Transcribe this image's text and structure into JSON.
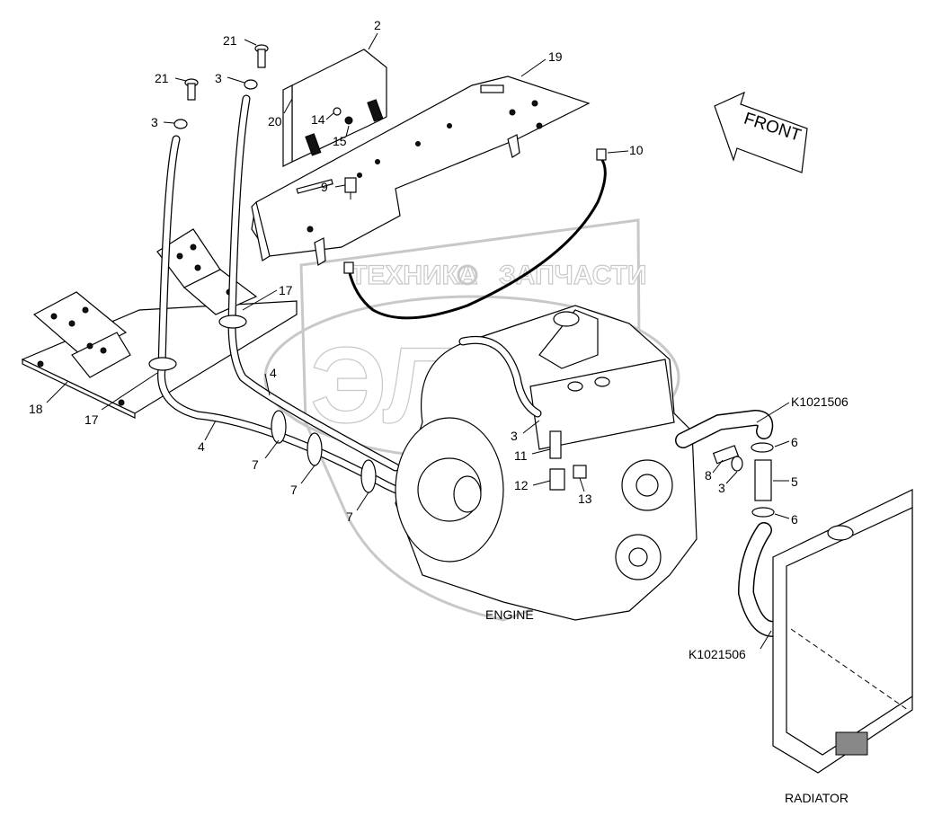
{
  "diagram": {
    "callouts": [
      {
        "id": "c-21a",
        "text": "21"
      },
      {
        "id": "c-2",
        "text": "2"
      },
      {
        "id": "c-19",
        "text": "19"
      },
      {
        "id": "c-21b",
        "text": "21"
      },
      {
        "id": "c-3a",
        "text": "3"
      },
      {
        "id": "c-3b",
        "text": "3"
      },
      {
        "id": "c-20",
        "text": "20"
      },
      {
        "id": "c-14",
        "text": "14"
      },
      {
        "id": "c-15",
        "text": "15"
      },
      {
        "id": "c-10",
        "text": "10"
      },
      {
        "id": "c-9",
        "text": "9"
      },
      {
        "id": "c-17a",
        "text": "17"
      },
      {
        "id": "c-18",
        "text": "18"
      },
      {
        "id": "c-17b",
        "text": "17"
      },
      {
        "id": "c-4a",
        "text": "4"
      },
      {
        "id": "c-4b",
        "text": "4"
      },
      {
        "id": "c-7a",
        "text": "7"
      },
      {
        "id": "c-7b",
        "text": "7"
      },
      {
        "id": "c-7c",
        "text": "7"
      },
      {
        "id": "c-3c",
        "text": "3"
      },
      {
        "id": "c-11",
        "text": "11"
      },
      {
        "id": "c-12",
        "text": "12"
      },
      {
        "id": "c-13",
        "text": "13"
      },
      {
        "id": "c-8",
        "text": "8"
      },
      {
        "id": "c-3d",
        "text": "3"
      },
      {
        "id": "c-5",
        "text": "5"
      },
      {
        "id": "c-6a",
        "text": "6"
      },
      {
        "id": "c-6b",
        "text": "6"
      }
    ],
    "part_refs": {
      "hose_upper": "K1021506",
      "hose_lower": "K1021506"
    },
    "assembly_labels": {
      "engine": "ENGINE",
      "radiator": "RADIATOR",
      "front_arrow": "FRONT"
    },
    "watermark": {
      "text_left": "ТЕХНИКА",
      "text_right": "ЗАПЧАСТИ",
      "logo_letters": "ЭЛЗ",
      "color": "#c8c8c8"
    }
  }
}
